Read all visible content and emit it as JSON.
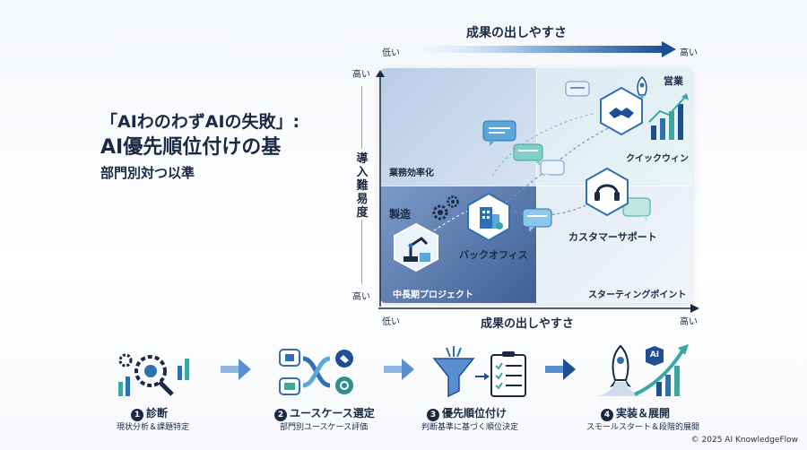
{
  "title": {
    "line1": "「AIわのわずAIの失敗」:",
    "line2": "AI優先順位付けの基",
    "line3": "部門別対つ以準"
  },
  "matrix": {
    "x_axis_title": "成果の出しやすさ",
    "x_low": "低い",
    "x_high": "高い",
    "y_axis_title": "導入難易度",
    "y_high": "高い",
    "y_low": "高い",
    "quadrants": {
      "top_left": "業務効率化",
      "top_right": "クイックウィン",
      "bottom_left": "中長期プロジェクト",
      "bottom_right": "スターティングポイント"
    },
    "departments": {
      "sales": "営業",
      "manufacturing": "製造",
      "back_office": "バックオフィス",
      "customer_support": "カスタマーサポート"
    }
  },
  "steps": [
    {
      "number": "1",
      "title": "診断",
      "subtitle": "現状分析＆課題特定"
    },
    {
      "number": "2",
      "title": "ユースケース選定",
      "subtitle": "部門別ユースケース評価"
    },
    {
      "number": "3",
      "title": "優先順位付け",
      "subtitle": "判断基準に基づく順位決定"
    },
    {
      "number": "4",
      "title": "実装＆展開",
      "subtitle": "スモールスタート＆段階的展開"
    }
  ],
  "icon_labels": {
    "ai_badge": "AI"
  },
  "copyright": "© 2025 AI KnowledgeFlow",
  "colors": {
    "navy": "#1b2a44",
    "accent_blue": "#2f6fb3",
    "teal": "#3fa5a0"
  }
}
